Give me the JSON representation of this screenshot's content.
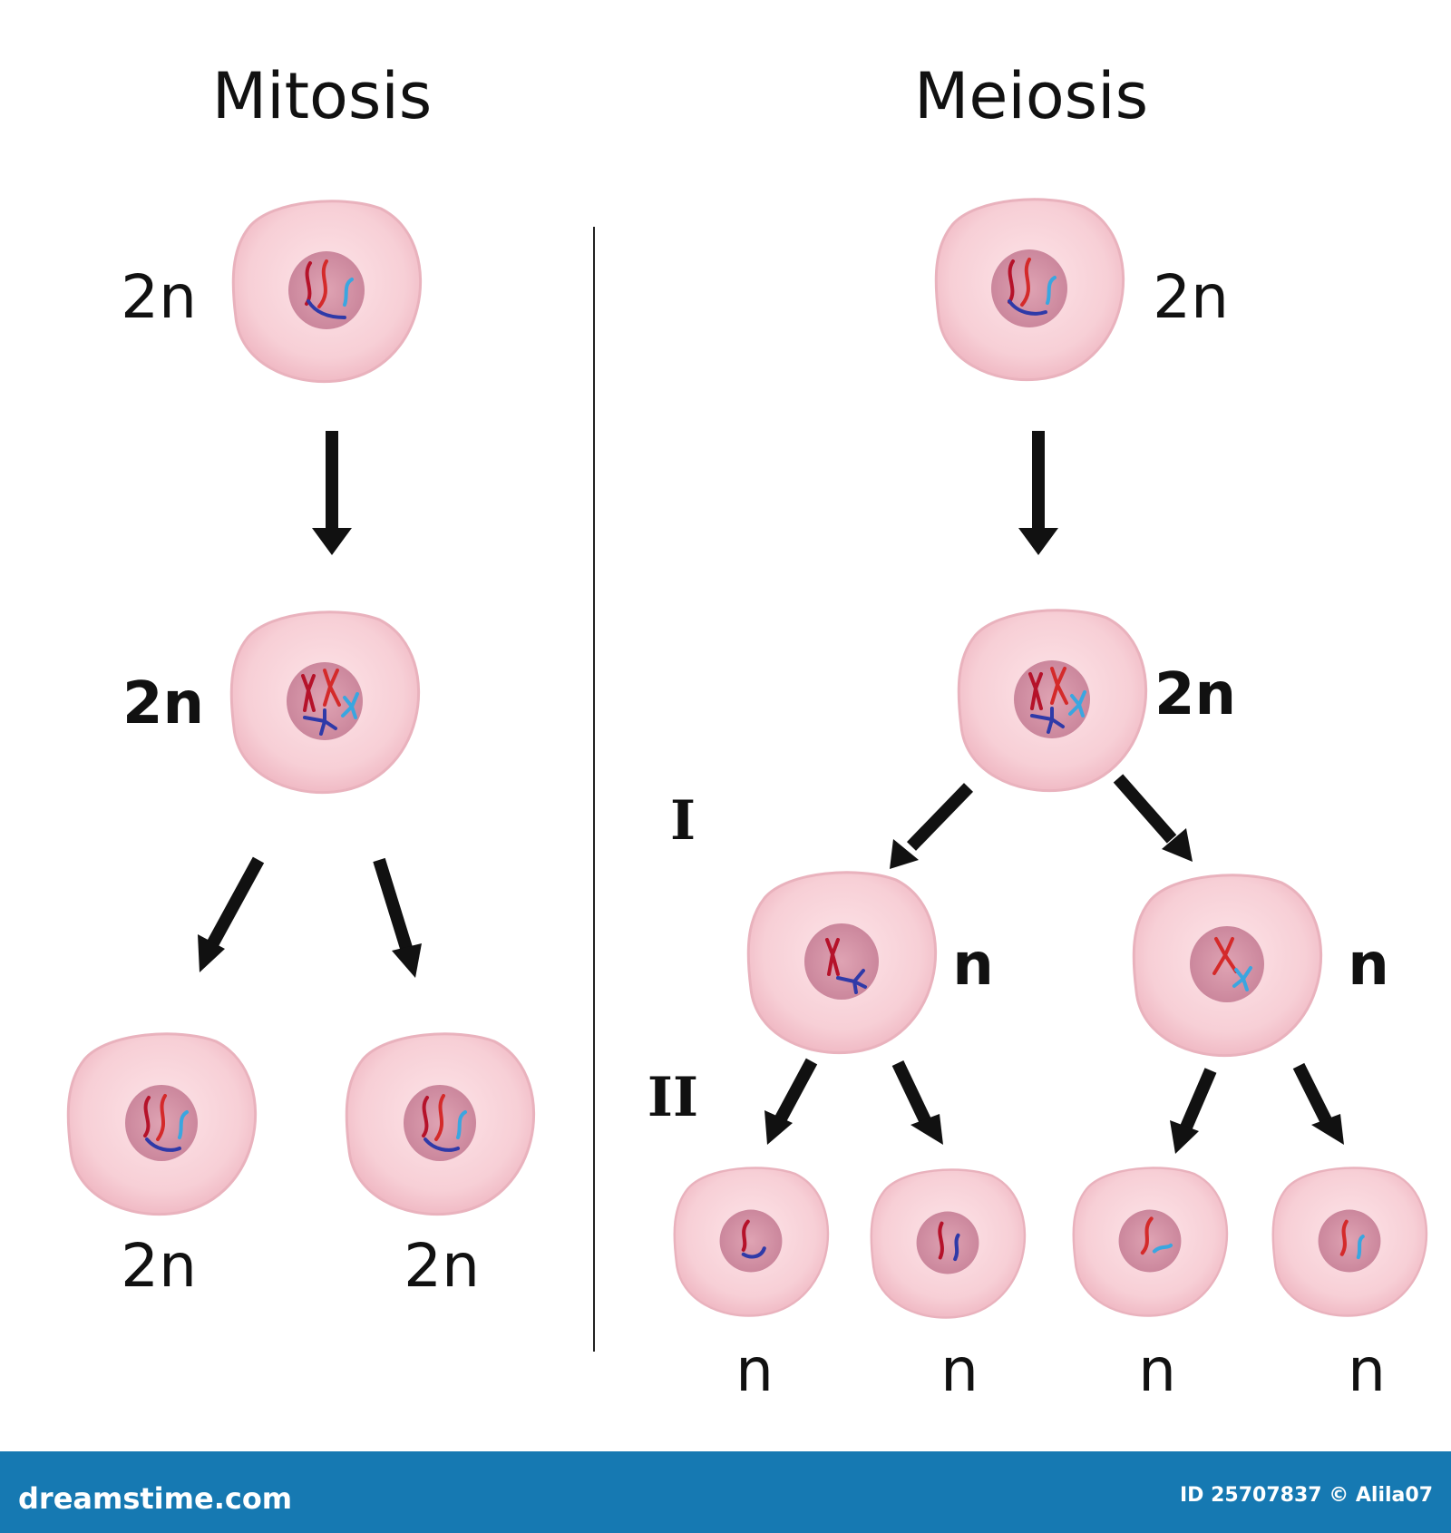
{
  "headings": {
    "mitosis": "Mitosis",
    "meiosis": "Meiosis"
  },
  "mitosis": {
    "parent_label": "2n",
    "replicated_label": "2n",
    "daughter_labels": [
      "2n",
      "2n"
    ]
  },
  "meiosis": {
    "parent_label": "2n",
    "replicated_label": "2n",
    "division_I_label": "I",
    "division_II_label": "II",
    "meiosis1_labels": [
      "n",
      "n"
    ],
    "gamete_labels": [
      "n",
      "n",
      "n",
      "n"
    ]
  },
  "footer": {
    "site": "dreamstime.com",
    "credit": "ID 25707837 © Alila07"
  },
  "colors": {
    "cytoplasm": "#f6cfd6",
    "cytoplasm_edge": "#e8a9b6",
    "nucleus": "#d390a4",
    "chromosome_red": "#d42a2a",
    "chromosome_dark_red": "#b5122a",
    "chromosome_blue": "#2f3aa8",
    "chromosome_light_blue": "#3aa6e0",
    "arrow": "#111111",
    "footer_bar": "#1679b2"
  }
}
